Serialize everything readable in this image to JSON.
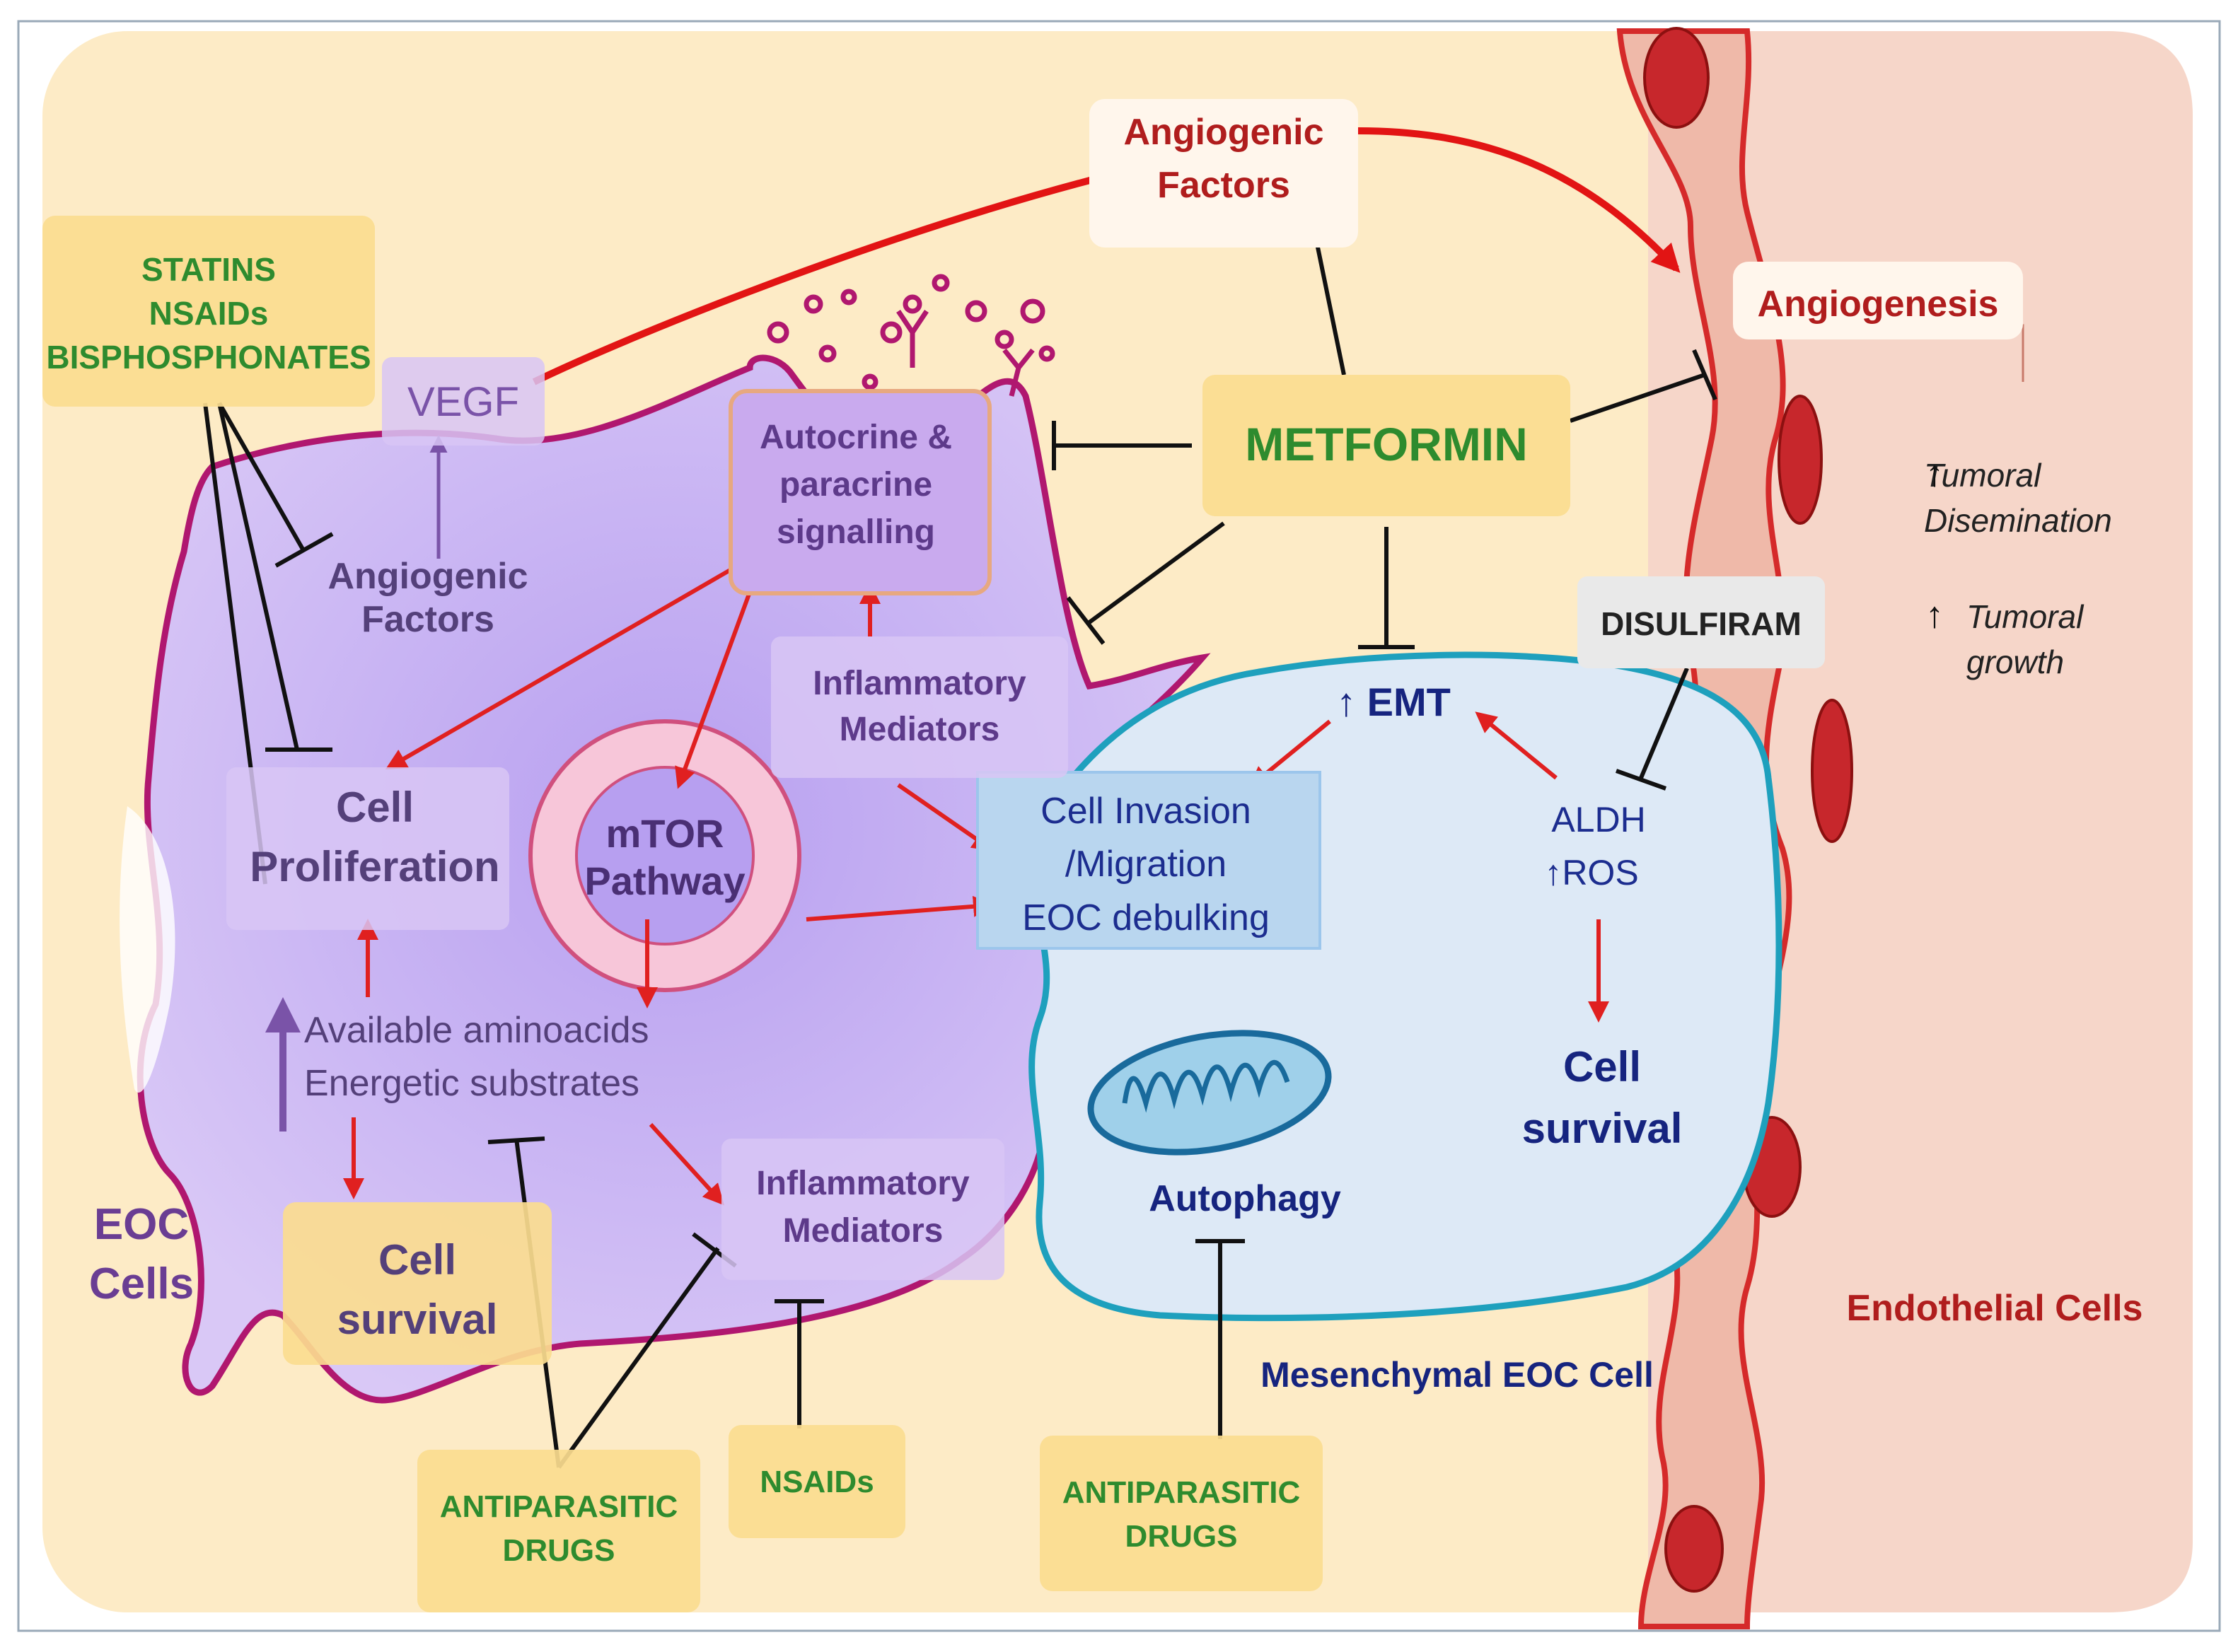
{
  "drugs": {
    "statins_group": [
      "STATINS",
      "NSAIDs",
      "BISPHOSPHONATES"
    ],
    "metformin": "METFORMIN",
    "disulfiram": "DISULFIRAM",
    "nsaids": "NSAIDs",
    "antiparasitic_left": [
      "ANTIPARASITIC",
      "DRUGS"
    ],
    "antiparasitic_right": [
      "ANTIPARASITIC",
      "DRUGS"
    ]
  },
  "eoc_cell": {
    "vegf": "VEGF",
    "angiogenic_factors": [
      "Angiogenic",
      "Factors"
    ],
    "autocrine": [
      "Autocrine &",
      "paracrine",
      "signalling"
    ],
    "inflammatory_top": [
      "Inflammatory",
      "Mediators"
    ],
    "cell_proliferation": [
      "Cell",
      "Proliferation"
    ],
    "mtor": [
      "mTOR",
      "Pathway"
    ],
    "substrates": [
      "Available aminoacids",
      "Energetic substrates"
    ],
    "cell_survival": [
      "Cell",
      "survival"
    ],
    "inflammatory_bottom": [
      "Inflammatory",
      "Mediators"
    ],
    "label": [
      "EOC",
      "Cells"
    ]
  },
  "mesenchymal_cell": {
    "emt": "EMT",
    "invasion": [
      "Cell Invasion",
      "/Migration",
      "EOC debulking"
    ],
    "aldh": "ALDH",
    "ros": "ROS",
    "cell_survival": [
      "Cell",
      "survival"
    ],
    "autophagy": "Autophagy",
    "label": "Mesenchymal EOC Cell"
  },
  "endothelial": {
    "angiogenic_factors": [
      "Angiogenic",
      "Factors"
    ],
    "angiogenesis": "Angiogenesis",
    "tumoral_dissemination": [
      "Tumoral",
      "Disemination"
    ],
    "tumoral_growth": [
      "Tumoral",
      "growth"
    ],
    "label": "Endothelial Cells"
  },
  "colors": {
    "background": "#fdebc6",
    "endothelial_region": "#f6d6c9",
    "eoc_cell_fill": "#cbb6f2",
    "eoc_cell_outline": "#b0176f",
    "mesenchymal_fill": "#dde9f6",
    "mesenchymal_outline": "#1ea0bd",
    "vessel_outline": "#d52a2a",
    "drug_green": "#2e8b2e",
    "arrow_red": "#e02020",
    "inhibit_black": "#111111"
  }
}
